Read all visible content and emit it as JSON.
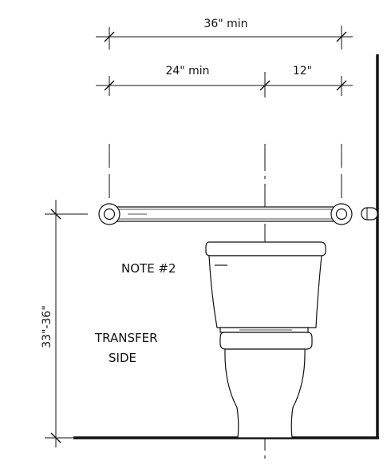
{
  "dimensions": {
    "overall_width": "36\" min",
    "centerline_offset": "24\" min",
    "wall_offset": "12\"",
    "bar_height": "33\"-36\""
  },
  "annotations": {
    "note": "NOTE #2",
    "transfer_line1": "TRANSFER",
    "transfer_line2": "SIDE"
  },
  "colors": {
    "line": "#111111",
    "fill": "#ffffff"
  }
}
